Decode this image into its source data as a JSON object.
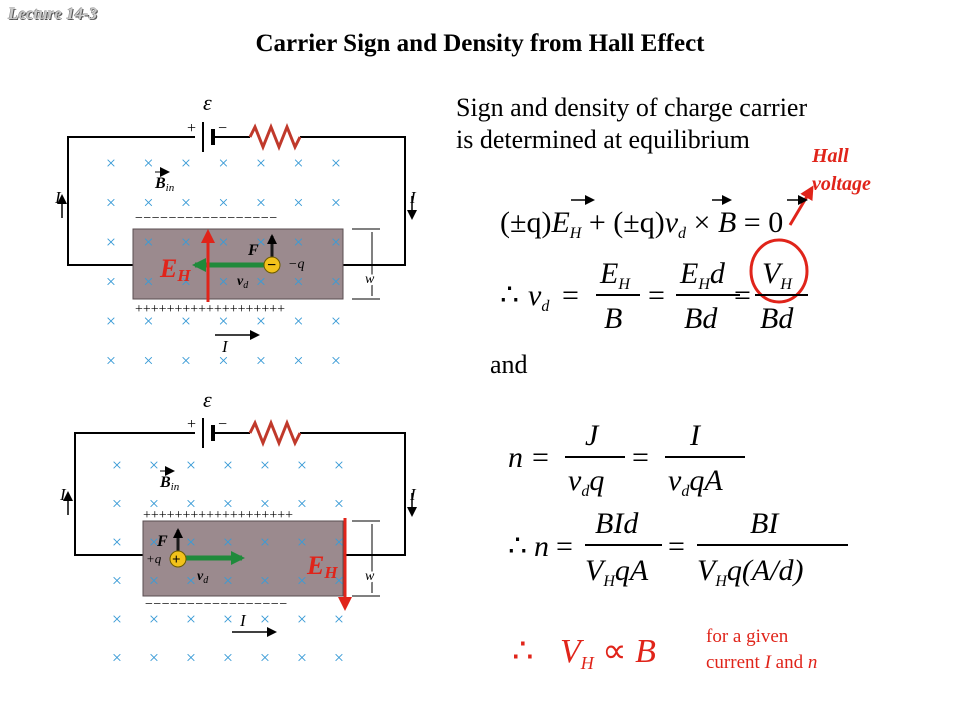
{
  "lecture_label": "Lecture 14-3",
  "title": "Carrier Sign and Density from Hall Effect",
  "intro_line1": "Sign and density of charge carrier",
  "intro_line2": "is determined at equilibrium",
  "hall_label_line1": "Hall",
  "hall_label_line2": "voltage",
  "and_label": "and",
  "note_line1": "for a given",
  "note_line2_prefix": "current ",
  "note_I": "I",
  "note_and": " and ",
  "note_n": "n",
  "eq1": {
    "lhs1": "(±q)",
    "E": "E",
    "H": "H",
    "plus": " + ",
    "lhs2": "(±q)",
    "v": "v",
    "d": "d",
    "times": " × ",
    "B": "B",
    "rhs": " = 0"
  },
  "eq2": {
    "therefore": "∴",
    "vd": "v",
    "vd_sub": "d",
    "f1_num": "E",
    "f1_num_sub": "H",
    "f1_den": "B",
    "f2_num": "E",
    "f2_num_sub": "H",
    "f2_num_tail": "d",
    "f2_den": "Bd",
    "f3_num": "V",
    "f3_num_sub": "H",
    "f3_den": "Bd"
  },
  "eq3": {
    "n": "n",
    "f1_num": "J",
    "f1_den": "v",
    "f1_den_sub": "d",
    "f1_den_tail": "q",
    "f2_num": "I",
    "f2_den": "v",
    "f2_den_sub": "d",
    "f2_den_tail": "qA"
  },
  "eq4": {
    "therefore": "∴",
    "n": "n",
    "f1_num": "BId",
    "f1_den": "V",
    "f1_den_sub": "H",
    "f1_den_tail": "qA",
    "f2_num": "BI",
    "f2_den": "V",
    "f2_den_sub": "H",
    "f2_den_tail": "q(A/d)"
  },
  "eq5": {
    "therefore": "∴",
    "V": "V",
    "H": "H",
    "prop": " ∝ ",
    "B": "B"
  },
  "diagram_top": {
    "emf": "ε",
    "plus": "+",
    "minus": "−",
    "current_left": "I",
    "current_right": "I",
    "current_bottom": "I",
    "B_label": "B",
    "B_sub": "in",
    "F_label": "F",
    "vd_label": "v",
    "vd_sub": "d",
    "charge_label": "−q",
    "w_label": "w",
    "EH_label": "E",
    "EH_sub": "H",
    "top_edge": "−−−−−−−−−−−−−−−−−",
    "bottom_edge": "+++++++++++++++++++",
    "carrier": "−"
  },
  "diagram_bottom": {
    "emf": "ε",
    "plus": "+",
    "minus": "−",
    "current_left": "I",
    "current_right": "I",
    "current_bottom": "I",
    "B_label": "B",
    "B_sub": "in",
    "F_label": "F",
    "vd_label": "v",
    "vd_sub": "d",
    "charge_label": "+q",
    "w_label": "w",
    "EH_label": "E",
    "EH_sub": "H",
    "top_edge": "+++++++++++++++++++",
    "bottom_edge": "−−−−−−−−−−−−−−−−−",
    "carrier": "+"
  },
  "colors": {
    "accent_red": "#e0241a",
    "cross_blue": "#3a9bd6",
    "slab": "#9b8a8e",
    "green": "#1f8a3b",
    "resistor": "#c0392b"
  }
}
